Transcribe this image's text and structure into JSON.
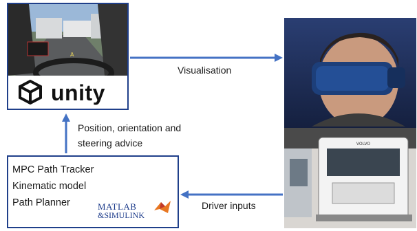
{
  "unity": {
    "wordmark": "unity"
  },
  "mpc": {
    "lines": [
      "MPC Path Tracker",
      "Kinematic model",
      "Path Planner"
    ]
  },
  "matlab": {
    "line1": "MATLAB",
    "line2": "&SIMULINK"
  },
  "arrows": {
    "visualisation": "Visualisation",
    "position": "Position, orientation and",
    "steering": "steering advice",
    "driver": "Driver inputs"
  },
  "colors": {
    "box_border": "#1f3f8a",
    "arrow": "#4472c4"
  }
}
